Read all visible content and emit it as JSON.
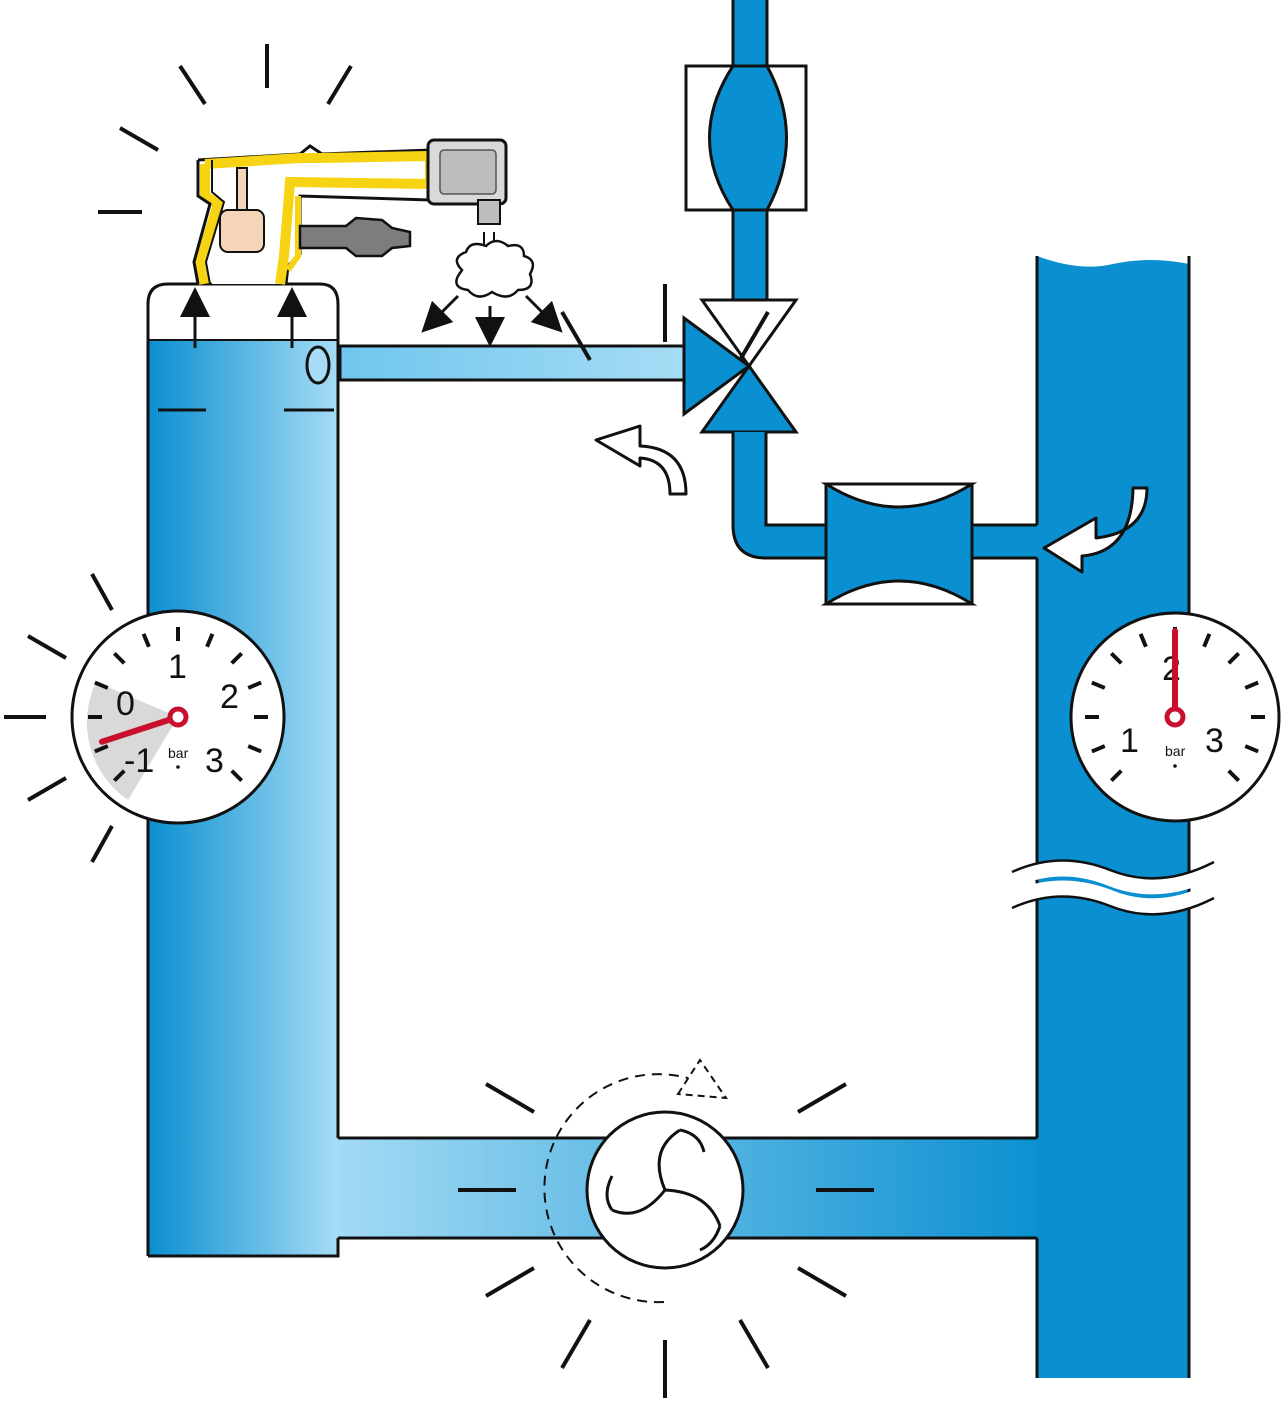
{
  "gauges": {
    "left": {
      "labels": [
        "-1",
        "0",
        "1",
        "2",
        "3"
      ],
      "unit": "bar",
      "value": -0.6,
      "range": [
        -1,
        3
      ]
    },
    "right": {
      "labels": [
        "1",
        "2",
        "3"
      ],
      "unit": "bar",
      "value": 2,
      "range": [
        0,
        4
      ]
    }
  },
  "colors": {
    "pipe_main": "#0a8fd0",
    "pipe_light": "#a6dcf5",
    "outline": "#111111",
    "fitting": "#f6d313",
    "needle": "#c8102e",
    "dial_face": "#ffffff",
    "dial_shade": "#d9d9d9",
    "cylinder": "#f5d5b8"
  },
  "icons": {
    "pump": "circulation-pump-icon",
    "valve": "three-way-valve-icon",
    "steam": "steam-cloud-icon",
    "arrow": "flow-arrow-icon"
  }
}
